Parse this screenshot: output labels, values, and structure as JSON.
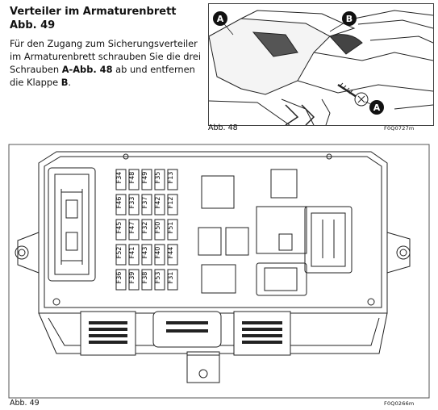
{
  "heading": {
    "line1": "Verteiler im Armaturenbrett",
    "line2": "Abb. 49"
  },
  "paragraph": {
    "part1": "Für den Zugang zum Sicherungsverteiler im Armaturenbrett schrauben Sie die drei Schrauben ",
    "bold1": "A-Abb. 48",
    "part2": " ab und entfernen die Klappe ",
    "bold2": "B",
    "part3": "."
  },
  "figure48": {
    "caption": "Abb. 48",
    "code": "F0Q0727m",
    "callout_a": "A",
    "callout_b": "B",
    "callout_a2": "A"
  },
  "figure49": {
    "caption": "Abb. 49",
    "code": "F0Q0266m",
    "fuses": [
      {
        "label": "F34",
        "col": 0,
        "row": 0
      },
      {
        "label": "F48",
        "col": 1,
        "row": 0
      },
      {
        "label": "F49",
        "col": 2,
        "row": 0
      },
      {
        "label": "F35",
        "col": 3,
        "row": 0
      },
      {
        "label": "F13",
        "col": 4,
        "row": 0
      },
      {
        "label": "F46",
        "col": 0,
        "row": 1
      },
      {
        "label": "F33",
        "col": 1,
        "row": 1
      },
      {
        "label": "F37",
        "col": 2,
        "row": 1
      },
      {
        "label": "F42",
        "col": 3,
        "row": 1
      },
      {
        "label": "F12",
        "col": 4,
        "row": 1
      },
      {
        "label": "F45",
        "col": 0,
        "row": 2
      },
      {
        "label": "F47",
        "col": 1,
        "row": 2
      },
      {
        "label": "F32",
        "col": 2,
        "row": 2
      },
      {
        "label": "F50",
        "col": 3,
        "row": 2
      },
      {
        "label": "F51",
        "col": 4,
        "row": 2
      },
      {
        "label": "F52",
        "col": 0,
        "row": 3
      },
      {
        "label": "F41",
        "col": 1,
        "row": 3
      },
      {
        "label": "F43",
        "col": 2,
        "row": 3
      },
      {
        "label": "F40",
        "col": 3,
        "row": 3
      },
      {
        "label": "F44",
        "col": 4,
        "row": 3
      },
      {
        "label": "F36",
        "col": 0,
        "row": 4
      },
      {
        "label": "F39",
        "col": 1,
        "row": 4
      },
      {
        "label": "F38",
        "col": 2,
        "row": 4
      },
      {
        "label": "F53",
        "col": 3,
        "row": 4
      },
      {
        "label": "F31",
        "col": 4,
        "row": 4
      }
    ]
  }
}
